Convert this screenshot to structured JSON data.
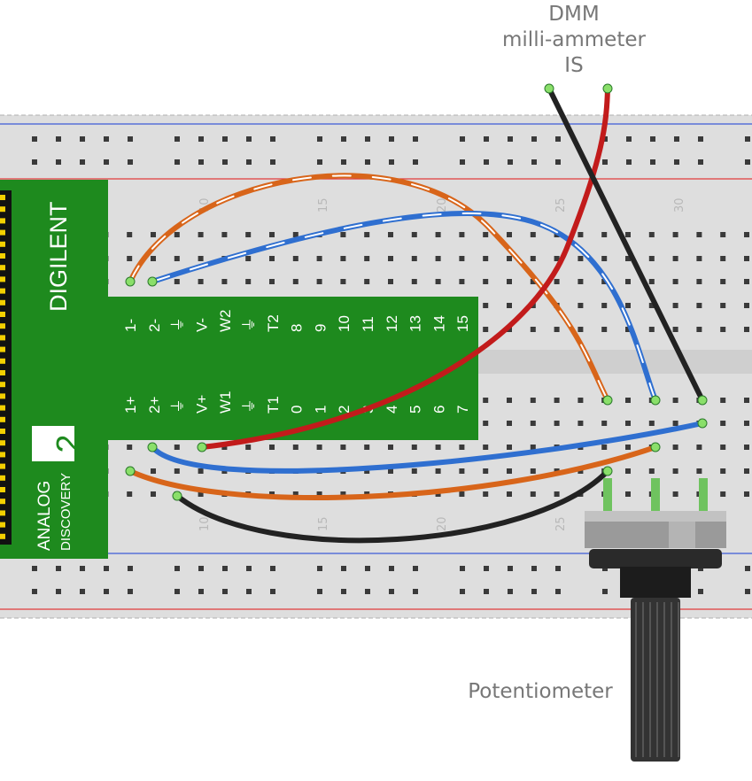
{
  "labels": {
    "dmm_line1": "DMM",
    "dmm_line2": "milli-ammeter",
    "dmm_line3": "IS",
    "potentiometer": "Potentiometer"
  },
  "breadboard": {
    "column_numbers": [
      "10",
      "15",
      "20",
      "25",
      "30"
    ]
  },
  "device": {
    "brand": "DIGILENT",
    "name_line1": "ANALOG",
    "name_line2": "DISCOVERY",
    "model_number": "2",
    "top_pins": [
      "1-",
      "2-",
      "⏚",
      "V-",
      "W2",
      "⏚",
      "T2",
      "8",
      "9",
      "10",
      "11",
      "12",
      "13",
      "14",
      "15"
    ],
    "bottom_pins": [
      "1+",
      "2+",
      "⏚",
      "V+",
      "W1",
      "⏚",
      "T1",
      "0",
      "1",
      "2",
      "3",
      "4",
      "5",
      "6",
      "7"
    ]
  },
  "colors": {
    "board": "#dedede",
    "hole": "#3a3a3a",
    "rail_red": "#e23b3b",
    "rail_blue": "#3d5bd8",
    "device_green": "#1e8a1e",
    "wire_orange": "#d8651a",
    "wire_blue": "#2f6fd0",
    "wire_red": "#c21b1b",
    "wire_black": "#222222"
  }
}
